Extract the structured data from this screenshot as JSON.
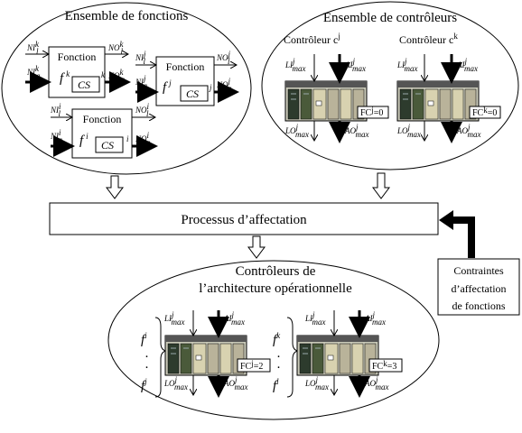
{
  "diagram": {
    "functions_set": {
      "title": "Ensemble de fonctions",
      "boxes": [
        {
          "label": "Fonction",
          "name": "f",
          "sup": "k",
          "cs": "CS",
          "cs_sup": "k",
          "in1": "NI",
          "in1_sup": "k",
          "in1_sub": "l",
          "in2": "NI",
          "in2_sup": "k",
          "in2_sub": "a",
          "out1": "NO",
          "out1_sup": "k",
          "out1_sub": "l",
          "out2": "NO",
          "out2_sup": "k",
          "out2_sub": "a"
        },
        {
          "label": "Fonction",
          "name": "f",
          "sup": "j",
          "cs": "CS",
          "cs_sup": "j",
          "in1": "NI",
          "in1_sup": "j",
          "in1_sub": "l",
          "in2": "NI",
          "in2_sup": "j",
          "in2_sub": "a",
          "out1": "NO",
          "out1_sup": "j",
          "out1_sub": "l",
          "out2": "NO",
          "out2_sup": "j",
          "out2_sub": "a"
        },
        {
          "label": "Fonction",
          "name": "f",
          "sup": "i",
          "cs": "CS",
          "cs_sup": "i",
          "in1": "NI",
          "in1_sup": "i",
          "in1_sub": "l",
          "in2": "NI",
          "in2_sup": "i",
          "in2_sub": "a",
          "out1": "NO",
          "out1_sup": "i",
          "out1_sub": "l",
          "out2": "NO",
          "out2_sup": "i",
          "out2_sub": "a"
        }
      ]
    },
    "controllers_set": {
      "title": "Ensemble de contrôleurs",
      "controllers": [
        {
          "label": "Contrôleur c",
          "sup": "j",
          "fc": "FC",
          "fc_sup": "j",
          "fc_val": "=0"
        },
        {
          "label": "Contrôleur c",
          "sup": "k",
          "fc": "FC",
          "fc_sup": "k",
          "fc_val": "=0"
        }
      ],
      "signals": {
        "li": "LI",
        "ai": "AI",
        "lo": "LO",
        "ao": "AO",
        "sup": "j",
        "sub": "max"
      }
    },
    "process": {
      "label": "Processus d’affectation"
    },
    "constraints": {
      "line1": "Contraintes",
      "line2": "d’affectation",
      "line3": "de fonctions"
    },
    "architecture": {
      "title_line1": "Contrôleurs de",
      "title_line2": "l’architecture opérationnelle",
      "groups": [
        {
          "top": "f",
          "top_sup": "i",
          "bottom": "f",
          "bottom_sup": "j",
          "fc": "FC",
          "fc_sup": "j",
          "fc_val": "=2"
        },
        {
          "top": "f",
          "top_sup": "k",
          "bottom": "f",
          "bottom_sup": "l",
          "fc": "FC",
          "fc_sup": "k",
          "fc_val": "=3"
        }
      ],
      "dots": "·"
    }
  }
}
